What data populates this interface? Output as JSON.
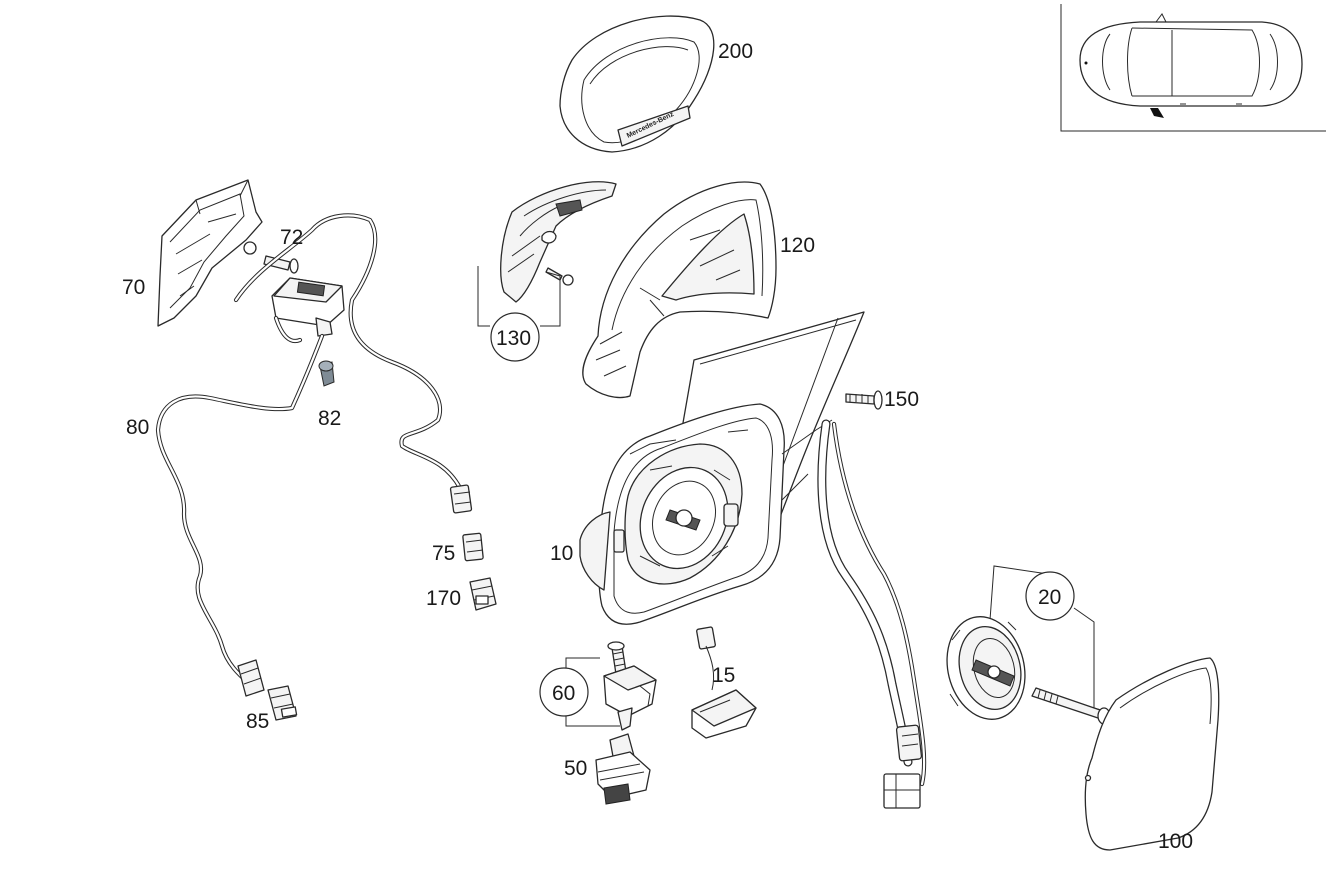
{
  "labels": {
    "p200": "200",
    "p120": "120",
    "p130": "130",
    "p150": "150",
    "p72": "72",
    "p70": "70",
    "p82": "82",
    "p80": "80",
    "p10": "10",
    "p75": "75",
    "p170": "170",
    "p20": "20",
    "p15": "15",
    "p60": "60",
    "p50": "50",
    "p85": "85",
    "p100": "100"
  },
  "logo_text": "Mercedes-Benz"
}
